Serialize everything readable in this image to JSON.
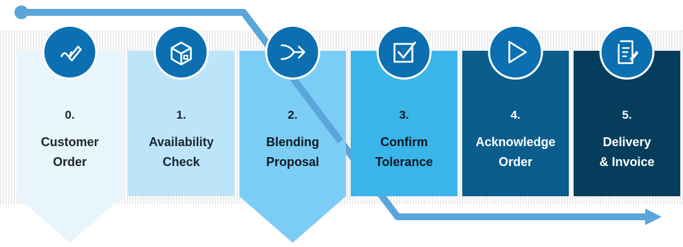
{
  "colors": {
    "flow_line": "#5aa5da",
    "icon_circle": "#0b6fb1",
    "icon_ring": "#ffffff"
  },
  "stages": [
    {
      "number": "0.",
      "label": "Customer\nOrder",
      "icon": "pen-signature-icon",
      "fill": "#e9f5fd",
      "text_color": "#1a2530"
    },
    {
      "number": "1.",
      "label": "Availability\nCheck",
      "icon": "package-box-icon",
      "fill": "#bde5fa",
      "text_color": "#1a2530"
    },
    {
      "number": "2.",
      "label": "Blending\nProposal",
      "icon": "merge-arrow-icon",
      "fill": "#7ccdf5",
      "text_color": "#111a22"
    },
    {
      "number": "3.",
      "label": "Confirm\nTolerance",
      "icon": "checkbox-icon",
      "fill": "#3ab5ea",
      "text_color": "#0e1720"
    },
    {
      "number": "4.",
      "label": "Acknowledge\nOrder",
      "icon": "play-icon",
      "fill": "#0b5d8c",
      "text_color": "#ffffff"
    },
    {
      "number": "5.",
      "label": "Delivery\n& Invoice",
      "icon": "document-edit-icon",
      "fill": "#063d5c",
      "text_color": "#ffffff"
    }
  ]
}
